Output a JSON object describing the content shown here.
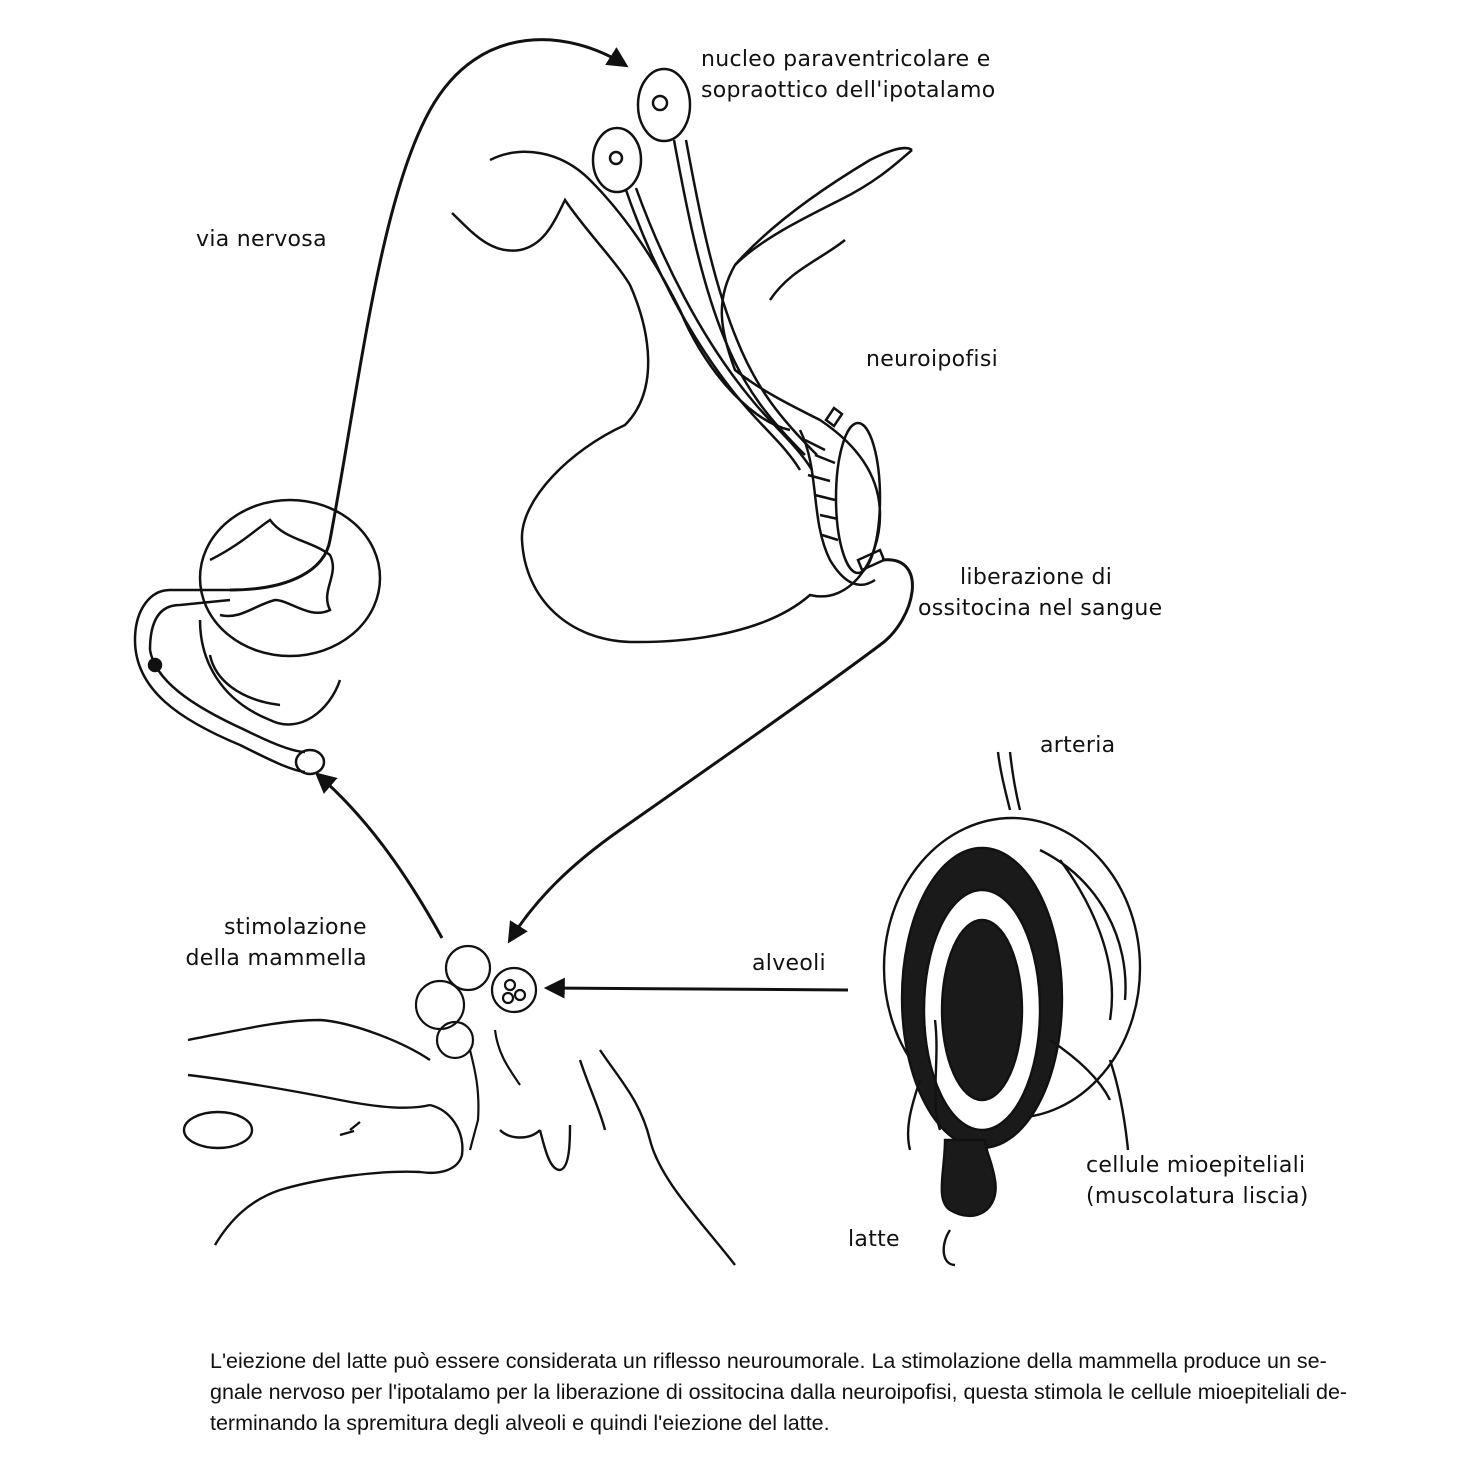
{
  "labels": {
    "nucleo": [
      "nucleo paraventricolare e",
      "sopraottico dell'ipotalamo"
    ],
    "via_nervosa": "via nervosa",
    "neuroipofisi": "neuroipofisi",
    "liberazione": [
      "liberazione di",
      "ossitocina nel sangue"
    ],
    "arteria": "arteria",
    "stimolazione": [
      "stimolazione",
      "della mammella"
    ],
    "alveoli": "alveoli",
    "cellule": [
      "cellule mioepiteliali",
      "(muscolatura liscia)"
    ],
    "latte": "latte"
  },
  "caption": [
    "L'eiezione del latte può essere considerata un riflesso neuroumorale. La stimolazione della mammella produce un se-",
    "gnale nervoso per l'ipotalamo per la liberazione di ossitocina dalla neuroipofisi, questa stimola le cellule mioepiteliali de-",
    "terminando la spremitura degli alveoli e quindi l'eiezione del latte."
  ],
  "colors": {
    "ink": "#111111",
    "background": "#ffffff"
  }
}
